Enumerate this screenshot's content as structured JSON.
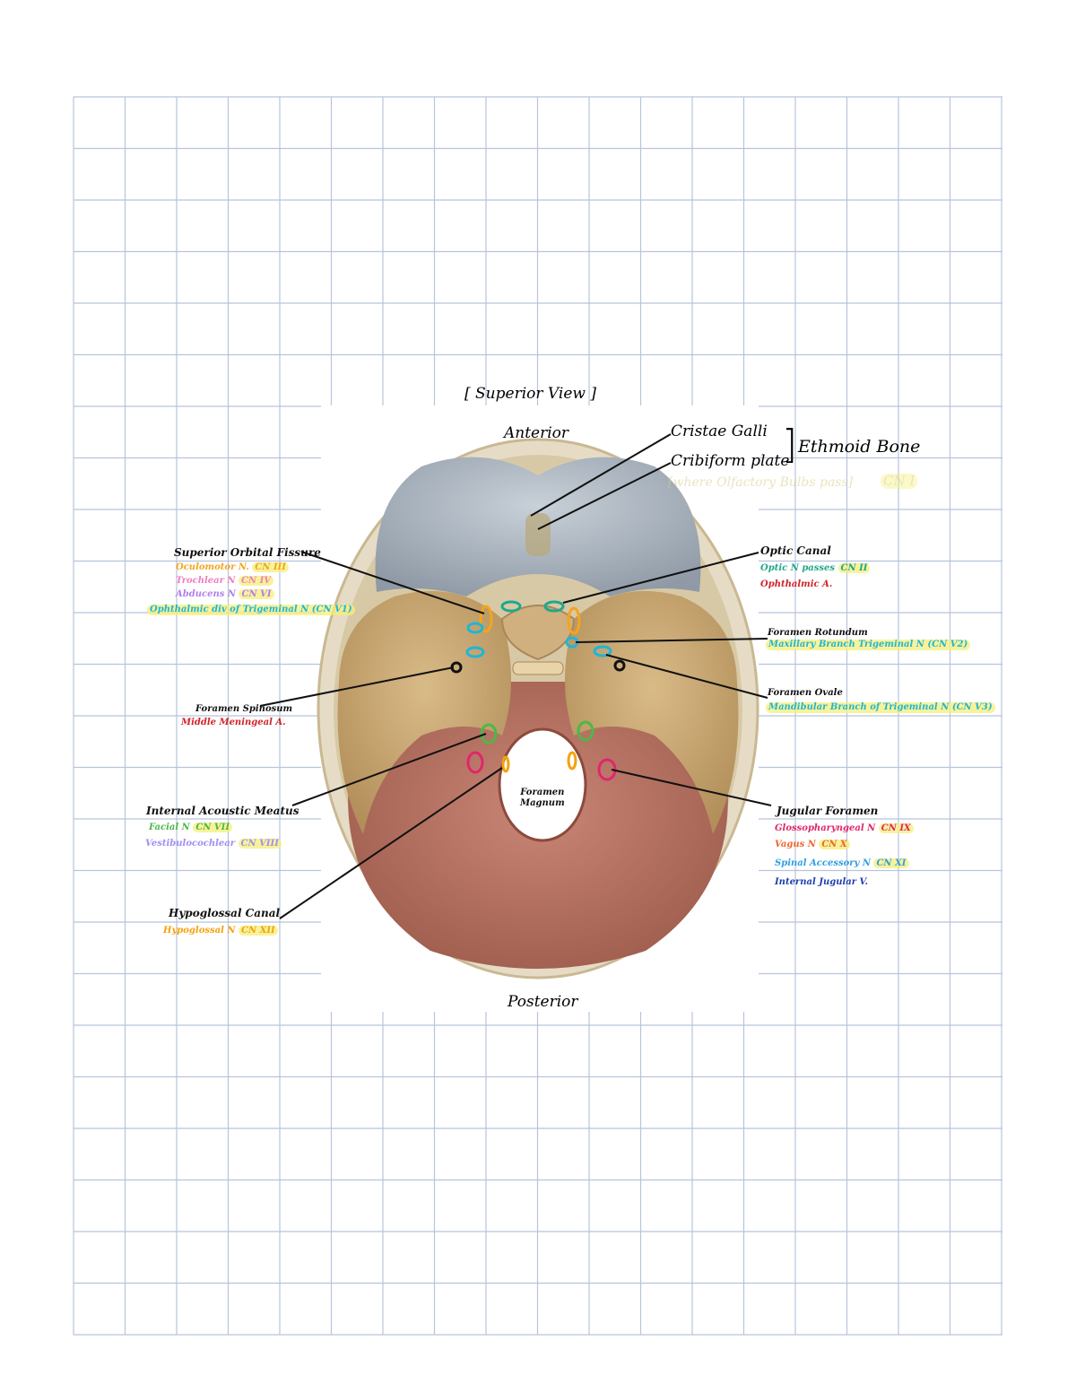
{
  "header": {
    "view": "[ Superior View ]",
    "anterior": "Anterior",
    "posterior": "Posterior"
  },
  "ethmoid": {
    "crista": "Cristae Galli",
    "cribriform": "Cribiform plate",
    "bone": "Ethmoid Bone",
    "note": "[where Olfactory Bulbs pass]",
    "cn": "CN I"
  },
  "superior_orbital": {
    "title": "Superior Orbital Fissure",
    "oculomotor": "Oculomotor N.",
    "oculomotor_cn": "CN III",
    "trochlear": "Trochlear N",
    "trochlear_cn": "CN IV",
    "abducens": "Abducens N",
    "abducens_cn": "CN VI",
    "ophthalmic": "Ophthalmic div of Trigeminal N (CN V1)"
  },
  "optic_canal": {
    "title": "Optic Canal",
    "passes": "Optic N passes",
    "cn": "CN II",
    "artery": "Ophthalmic A."
  },
  "rotundum": {
    "title": "Foramen Rotundum",
    "note": "Maxillary Branch Trigeminal N (CN V2)"
  },
  "ovale": {
    "title": "Foramen Ovale",
    "note": "Mandibular Branch of Trigeminal N (CN V3)"
  },
  "spinosum": {
    "title": "Foramen Spinosum",
    "note": "Middle Meningeal A."
  },
  "magnum": {
    "line1": "Foramen",
    "line2": "Magnum"
  },
  "acoustic": {
    "title": "Internal Acoustic Meatus",
    "facial": "Facial N",
    "facial_cn": "CN VII",
    "vestib": "Vestibulocochlear",
    "vestib_cn": "CN VIII"
  },
  "jugular": {
    "title": "Jugular Foramen",
    "glosso": "Glossopharyngeal N",
    "glosso_cn": "CN IX",
    "vagus": "Vagus N",
    "vagus_cn": "CN X",
    "spinal": "Spinal Accessory N",
    "spinal_cn": "CN XI",
    "ijv": "Internal Jugular V."
  },
  "hypoglossal": {
    "title": "Hypoglossal Canal",
    "nerve": "Hypoglossal N",
    "cn": "CN XII"
  },
  "colors": {
    "grid": "#b7c4dd",
    "ink": "#111111",
    "yellow_hl": "#f6ef78",
    "oculomotor": "#f2a51e",
    "trochlear": "#f07fbf",
    "abducens": "#b27fe6",
    "trigeminal": "#1fb6d6",
    "optic": "#1fa88a",
    "artery": "#d2232a",
    "facial": "#4cb848",
    "vestib": "#a18ff0",
    "glosso": "#e0266b",
    "vagus": "#f0652a",
    "spinal": "#2f9fe0",
    "ijv": "#1f3fae",
    "hypoglossal": "#f5a20a",
    "anterior_fossa": "#a8b3bf",
    "middle_fossa": "#c9a773",
    "posterior_fossa": "#b06b5b"
  }
}
